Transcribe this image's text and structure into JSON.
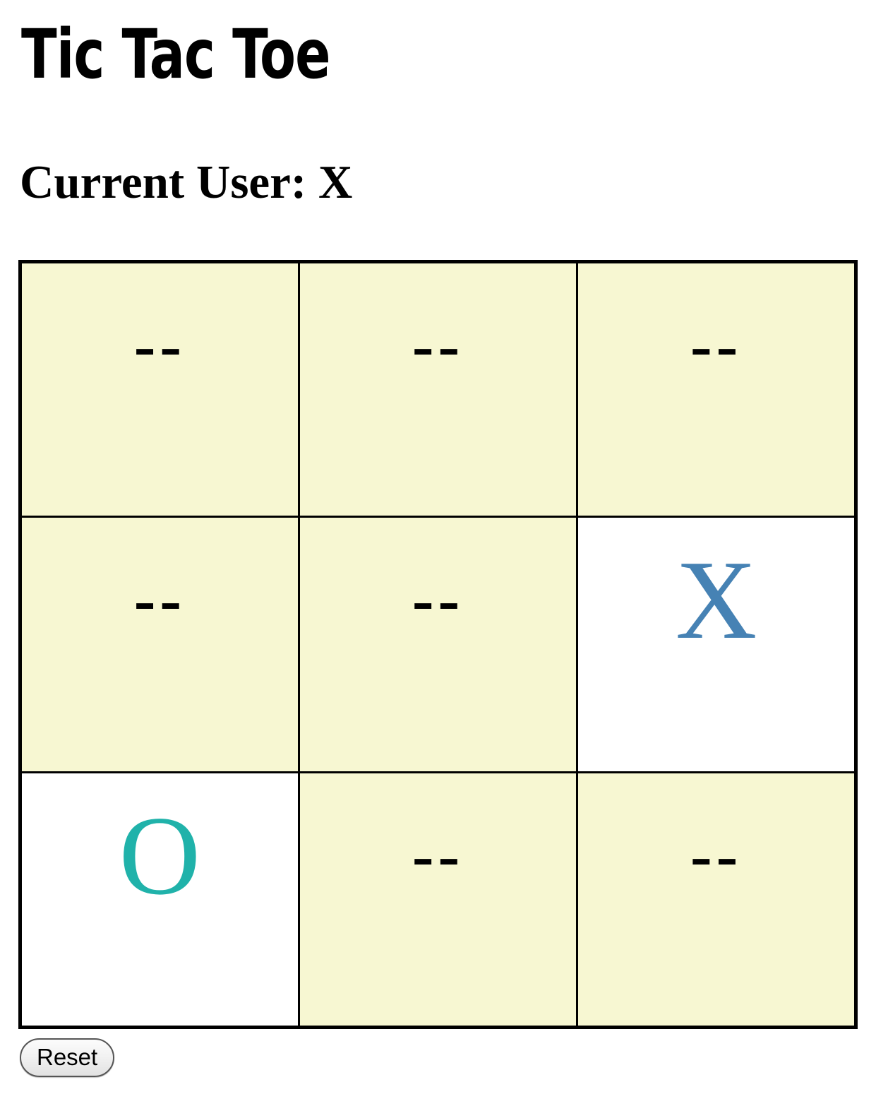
{
  "app": {
    "title": "Tic Tac Toe"
  },
  "status": {
    "current_user_label": "Current User: X"
  },
  "colors": {
    "x_mark": "#4682B4",
    "o_mark": "#20B2AA",
    "empty_cell_bg": "#F7F7D2",
    "filled_cell_bg": "#FFFFFF",
    "grid_line": "#000000"
  },
  "board": {
    "empty_symbol": "--",
    "rows": [
      [
        {
          "value": "--",
          "state": "empty"
        },
        {
          "value": "--",
          "state": "empty"
        },
        {
          "value": "--",
          "state": "empty"
        }
      ],
      [
        {
          "value": "--",
          "state": "empty"
        },
        {
          "value": "--",
          "state": "empty"
        },
        {
          "value": "X",
          "state": "x"
        }
      ],
      [
        {
          "value": "O",
          "state": "o"
        },
        {
          "value": "--",
          "state": "empty"
        },
        {
          "value": "--",
          "state": "empty"
        }
      ]
    ]
  },
  "controls": {
    "reset_label": "Reset"
  }
}
